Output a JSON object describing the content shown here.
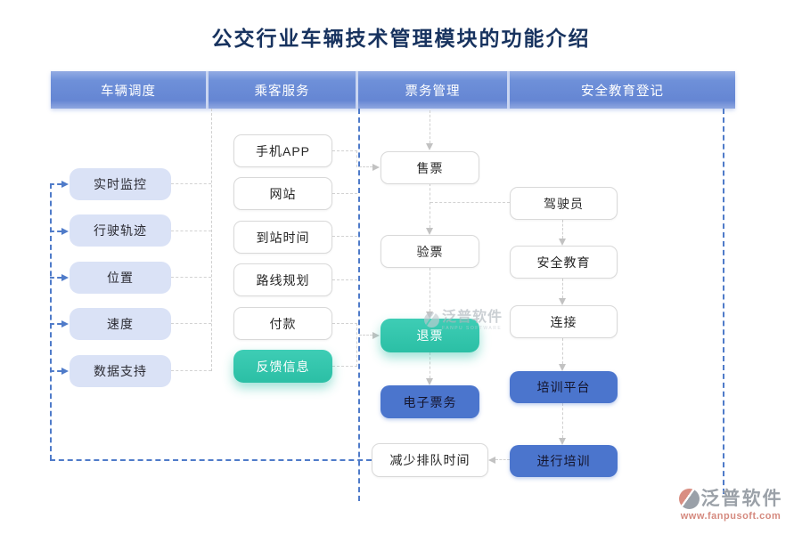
{
  "title": "公交行业车辆技术管理模块的功能介绍",
  "header": [
    "车辆调度",
    "乘客服务",
    "票务管理",
    "安全教育登记"
  ],
  "flow": {
    "dispatch": [
      "实时监控",
      "行驶轨迹",
      "位置",
      "速度",
      "数据支持"
    ],
    "passenger": [
      "手机APP",
      "网站",
      "到站时间",
      "路线规划",
      "付款",
      "反馈信息"
    ],
    "ticketing": [
      "售票",
      "验票",
      "退票",
      "电子票务",
      "减少排队时间"
    ],
    "safety": [
      "驾驶员",
      "安全教育",
      "连接",
      "培训平台",
      "进行培训"
    ]
  },
  "watermark": {
    "center": {
      "brand": "泛普软件",
      "subtext": "FANPU SOFTWARE"
    },
    "corner": {
      "brand": "泛普软件",
      "url": "www.fanpusoft.com"
    }
  },
  "colors": {
    "header_blue": "#6586D3",
    "node_blue": "#4B75CD",
    "teal": "#2EC3A9",
    "lavender": "#DAE2F6",
    "dash_blue": "#4F7BC9",
    "dash_gray": "#CFCFCF",
    "title_navy": "#18335F",
    "watermark_red": "#D5897E",
    "watermark_gray": "#9BA1A8"
  }
}
